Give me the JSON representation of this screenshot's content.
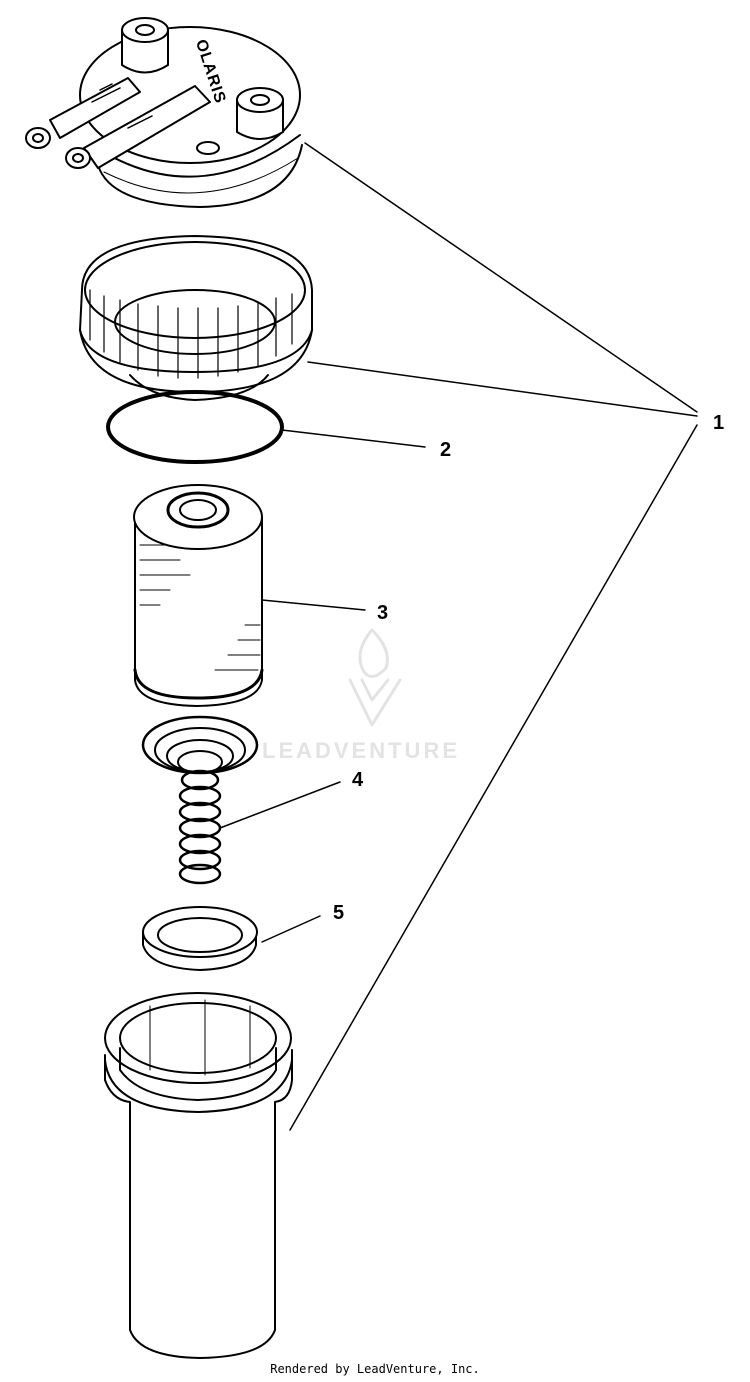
{
  "diagram": {
    "callouts": [
      "1",
      "2",
      "3",
      "4",
      "5"
    ],
    "cap_lettering": "OLARIS",
    "watermark_text": "LEADVENTURE",
    "footer": "Rendered by LeadVenture, Inc."
  },
  "colors": {
    "line": "#000000",
    "background": "#ffffff",
    "watermark": "#e3e3e3"
  }
}
